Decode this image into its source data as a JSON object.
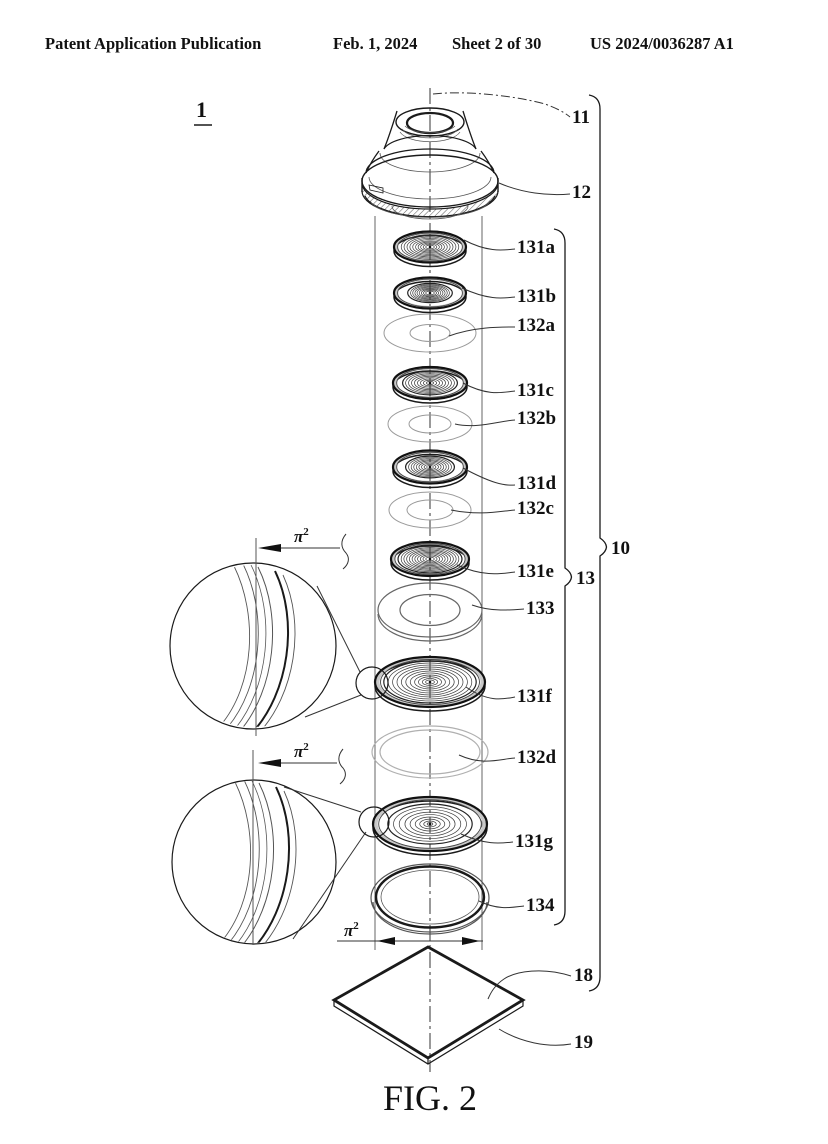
{
  "header": {
    "publication": "Patent Application Publication",
    "date": "Feb. 1, 2024",
    "sheet": "Sheet 2 of 30",
    "doc_number": "US 2024/0036287 A1"
  },
  "figure": {
    "caption": "FIG. 2",
    "assembly_ref": "1"
  },
  "symbols": {
    "pi_base": "π",
    "pi_sup": "2"
  },
  "part_labels": {
    "p11": "11",
    "p12": "12",
    "p131a": "131a",
    "p131b": "131b",
    "p132a": "132a",
    "p131c": "131c",
    "p132b": "132b",
    "p131d": "131d",
    "p132c": "132c",
    "p131e": "131e",
    "p133": "133",
    "p131f": "131f",
    "p132d": "132d",
    "p131g": "131g",
    "p134": "134",
    "p18": "18",
    "p19": "19",
    "p10": "10",
    "p13": "13"
  },
  "colors": {
    "ink": "#1a1a1a",
    "light_ink": "#9a9a9a"
  }
}
